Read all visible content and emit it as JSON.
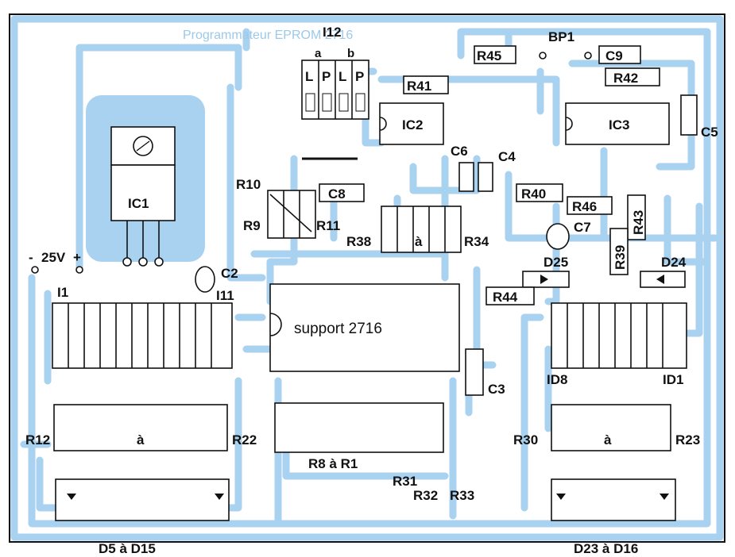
{
  "title": "Programmateur EPROM 2716",
  "labels": {
    "i12": "I12",
    "a": "a",
    "b": "b",
    "l1": "L",
    "p1": "P",
    "l2": "L",
    "p2": "P",
    "bp1": "BP1",
    "r45": "R45",
    "c9": "C9",
    "r41": "R41",
    "r42": "R42",
    "ic2": "IC2",
    "ic3": "IC3",
    "c5": "C5",
    "c6": "C6",
    "c4": "C4",
    "ic1": "IC1",
    "r10": "R10",
    "c8": "C8",
    "r40": "R40",
    "r46": "R46",
    "r43": "R43",
    "c7": "C7",
    "r9": "R9",
    "r11": "R11",
    "r38": "R38",
    "a_mid": "à",
    "r34": "R34",
    "r39": "R39",
    "v25": "25V",
    "minus": "-",
    "plus": "+",
    "c2": "C2",
    "d25": "D25",
    "d24": "D24",
    "i1": "I1",
    "i11": "I11",
    "r44": "R44",
    "support": "support 2716",
    "c3": "C3",
    "id8": "ID8",
    "id1": "ID1",
    "r12": "R12",
    "a_left": "à",
    "r22": "R22",
    "r30": "R30",
    "a_right": "à",
    "r23": "R23",
    "r8r1": "R8 à R1",
    "r31": "R31",
    "r32": "R32",
    "r33": "R33",
    "d5d15": "D5 à D15",
    "d23d16": "D23 à D16"
  }
}
